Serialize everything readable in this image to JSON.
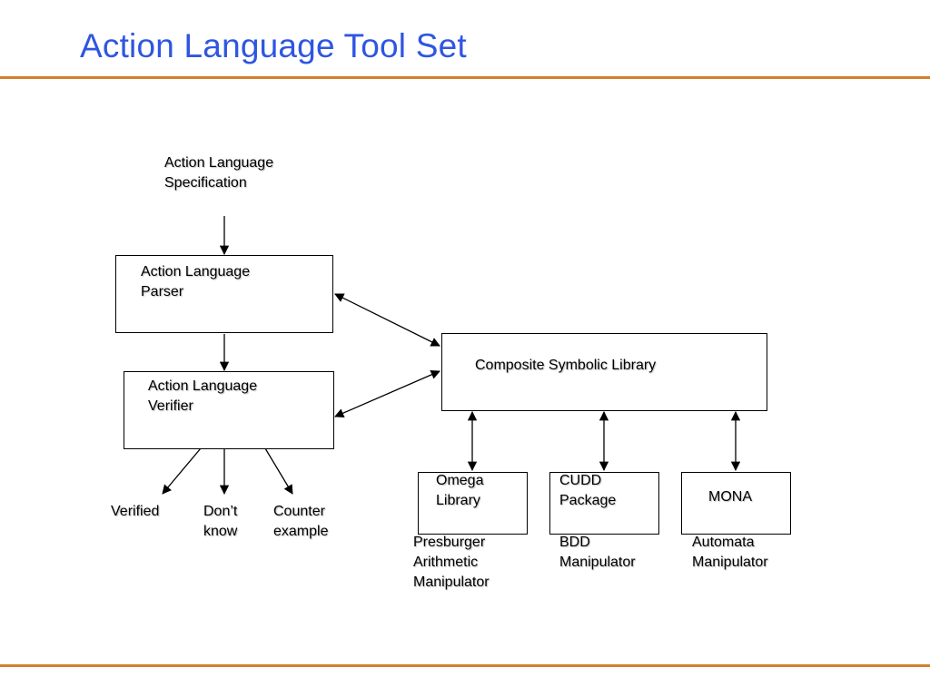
{
  "title": "Action Language Tool Set",
  "theme": {
    "title_color": "#2f56e0",
    "rule_color": "#d37f2c"
  },
  "nodes": {
    "spec": {
      "line1": "Action Language",
      "line2": "Specification"
    },
    "parser": {
      "line1": "Action Language",
      "line2": "Parser"
    },
    "verifier": {
      "line1": "Action Language",
      "line2": "Verifier"
    },
    "csl": {
      "label": "Composite Symbolic Library"
    },
    "omega": {
      "line1": "Omega",
      "line2": "Library"
    },
    "cudd": {
      "line1": "CUDD",
      "line2": "Package"
    },
    "mona": {
      "label": "MONA"
    }
  },
  "outcomes": {
    "verified": {
      "line1": "Verified"
    },
    "dont_know": {
      "line1": "Don’t",
      "line2": "know"
    },
    "counter": {
      "line1": "Counter",
      "line2": "example"
    }
  },
  "captions": {
    "omega": {
      "line1": "Presburger",
      "line2": "Arithmetic",
      "line3": "Manipulator"
    },
    "cudd": {
      "line1": "BDD",
      "line2": "Manipulator"
    },
    "mona": {
      "line1": "Automata",
      "line2": "Manipulator"
    }
  }
}
